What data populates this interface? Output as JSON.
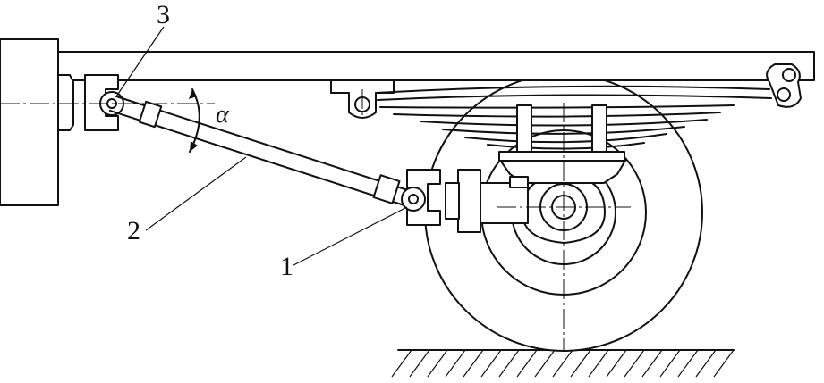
{
  "labels": {
    "part1": "1",
    "part2": "2",
    "part3": "3",
    "angle": "α"
  },
  "colors": {
    "line": "#111111",
    "background": "#ffffff"
  }
}
